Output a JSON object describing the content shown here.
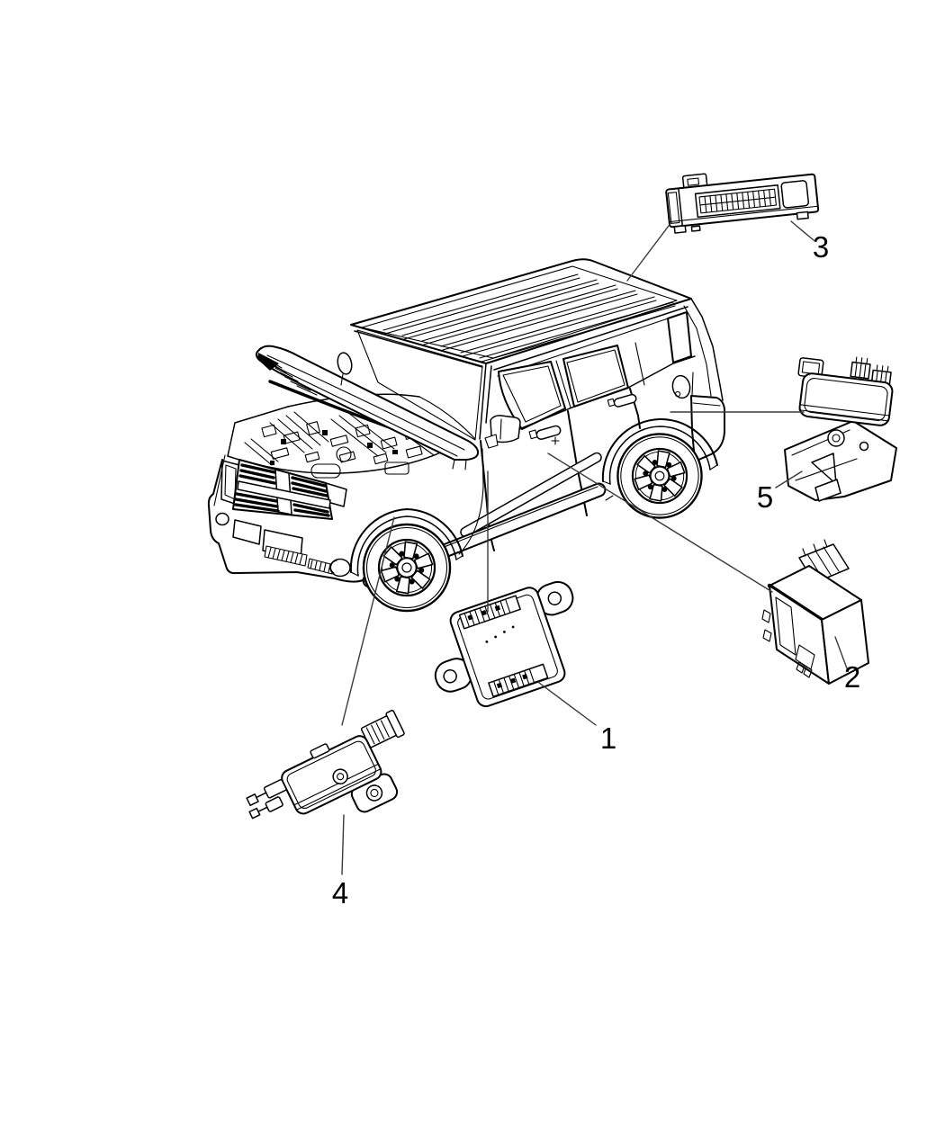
{
  "diagram": {
    "background_color": "#ffffff",
    "line_color": "#000000",
    "leader_line_color": "#3a3a3a",
    "label_color": "#000000",
    "vehicle_illustration": "suv-three-quarter-front-view-hood-open",
    "callouts": [
      {
        "number": "1"
      },
      {
        "number": "2"
      },
      {
        "number": "3"
      },
      {
        "number": "4"
      },
      {
        "number": "5"
      }
    ]
  }
}
